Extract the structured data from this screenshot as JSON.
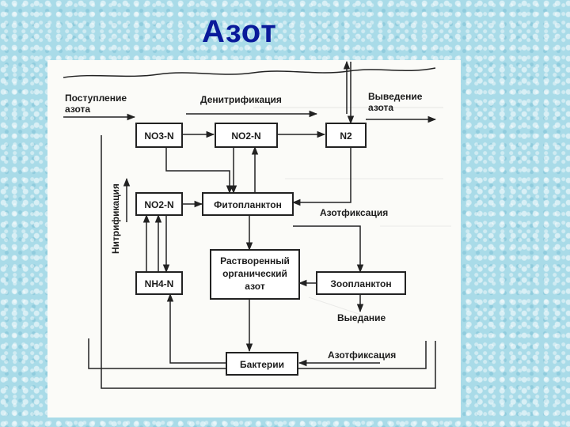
{
  "slide": {
    "title": "Азот"
  },
  "diagram": {
    "boxes": {
      "no3n": "NO3-N",
      "no2n_top": "NO2-N",
      "n2": "N2",
      "no2n_mid": "NO2-N",
      "phytoplankton": "Фитопланктон",
      "dissolved_line1": "Растворенный",
      "dissolved_line2": "органический",
      "dissolved_line3": "азот",
      "nh4n": "NH4-N",
      "zooplankton": "Зоопланктон",
      "bacteria": "Бактерии"
    },
    "labels": {
      "input_line1": "Поступление",
      "input_line2": "азота",
      "denitrification": "Денитрификация",
      "output_line1": "Выведение",
      "output_line2": "азота",
      "nitrification": "Нитрификация",
      "nitrogen_fixation_1": "Азотфиксация",
      "grazing": "Выедание",
      "nitrogen_fixation_2": "Азотфиксация"
    }
  }
}
